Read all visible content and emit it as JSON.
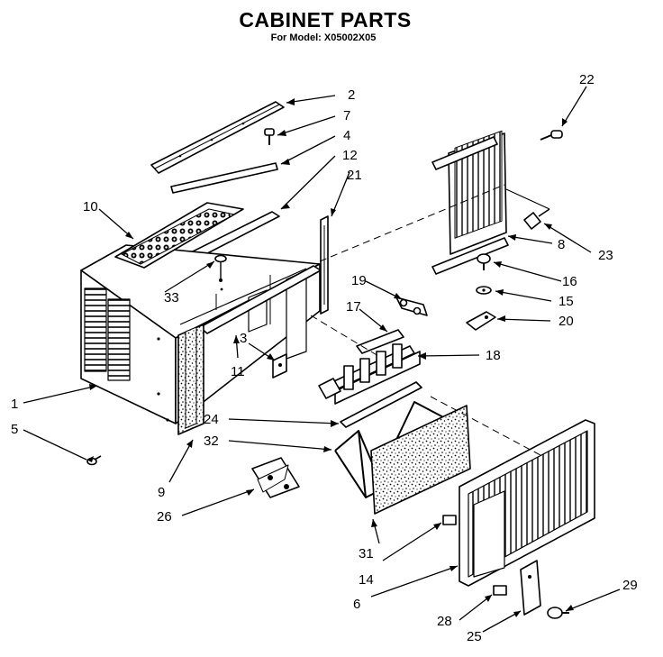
{
  "title": "CABINET PARTS",
  "model_line": "For Model: X05002X05",
  "callouts": [
    "1",
    "2",
    "3",
    "4",
    "5",
    "6",
    "7",
    "8",
    "9",
    "10",
    "11",
    "12",
    "14",
    "15",
    "16",
    "17",
    "18",
    "19",
    "20",
    "21",
    "22",
    "23",
    "24",
    "25",
    "26",
    "28",
    "29",
    "31",
    "32",
    "33"
  ]
}
